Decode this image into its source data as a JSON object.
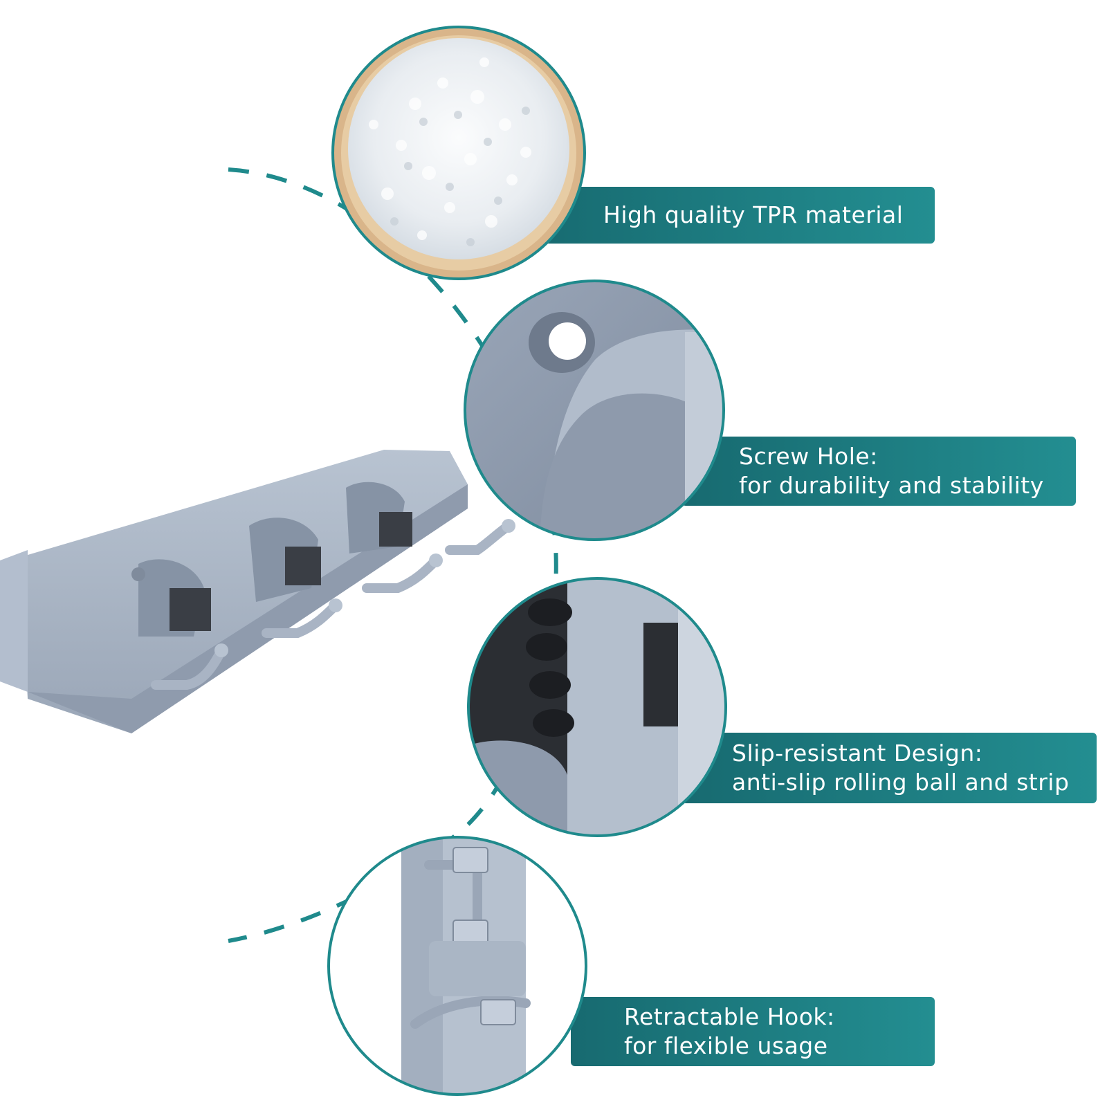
{
  "colors": {
    "accent": "#1f8a8c",
    "label_dark": "#176f74",
    "product_grey": "#a7b3c3",
    "product_shadow": "#8a96a7"
  },
  "product_image": {
    "icon": "mop-broom-holder-rack"
  },
  "features": [
    {
      "icon": "tpr-beads-closeup",
      "lines": [
        "High quality TPR material"
      ]
    },
    {
      "icon": "screw-hole-closeup",
      "lines": [
        "Screw Hole:",
        "for durability and stability"
      ]
    },
    {
      "icon": "slip-resistant-closeup",
      "lines": [
        "Slip-resistant Design:",
        "anti-slip rolling ball and strip"
      ]
    },
    {
      "icon": "retractable-hook-closeup",
      "lines": [
        "Retractable Hook:",
        "for flexible usage"
      ]
    }
  ]
}
